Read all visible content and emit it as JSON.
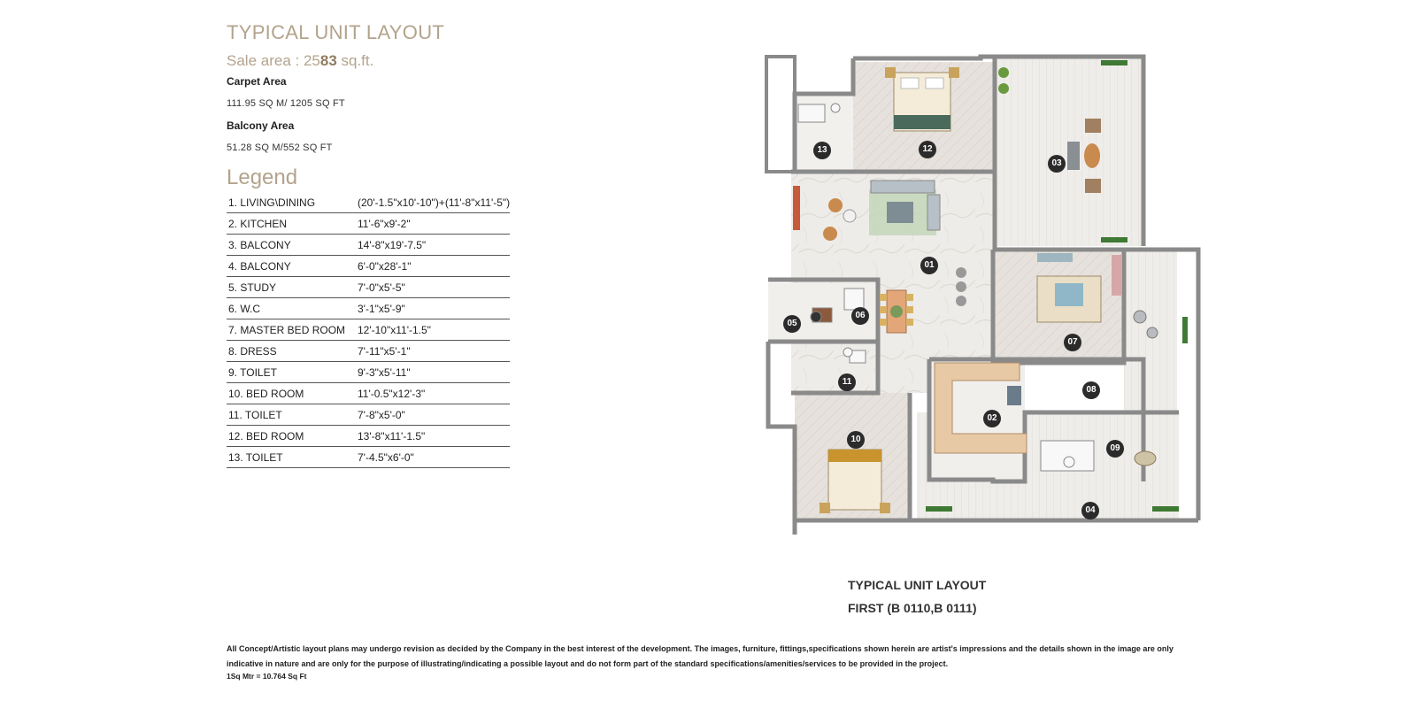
{
  "header": {
    "title": "TYPICAL UNIT LAYOUT",
    "sale_area_label": "Sale area : 25",
    "sale_area_bold": "83",
    "sale_area_unit": " sq.ft.",
    "carpet_label": "Carpet Area",
    "carpet_value": "111.95 SQ M/ 1205 SQ FT",
    "balcony_label": "Balcony Area",
    "balcony_value": "51.28 SQ M/552 SQ FT"
  },
  "legend": {
    "title": "Legend",
    "items": [
      {
        "name": "1.  LIVING\\DINING",
        "dim": "(20'-1.5\"x10'-10\")+(11'-8\"x11'-5\")"
      },
      {
        "name": "2. KITCHEN",
        "dim": "11'-6\"x9'-2\""
      },
      {
        "name": "3. BALCONY",
        "dim": "14'-8\"x19'-7.5\""
      },
      {
        "name": "4. BALCONY",
        "dim": "6'-0\"x28'-1\""
      },
      {
        "name": "5. STUDY",
        "dim": "7'-0\"x5'-5\""
      },
      {
        "name": "6. W.C",
        "dim": "3'-1\"x5'-9\""
      },
      {
        "name": "7. MASTER BED ROOM",
        "dim": "12'-10\"x11'-1.5\""
      },
      {
        "name": "8. DRESS",
        "dim": "7'-11\"x5'-1\""
      },
      {
        "name": "9. TOILET",
        "dim": "9'-3\"x5'-11\""
      },
      {
        "name": "10. BED ROOM",
        "dim": "11'-0.5\"x12'-3\""
      },
      {
        "name": "11. TOILET",
        "dim": "7'-8\"x5'-0\""
      },
      {
        "name": "12. BED ROOM",
        "dim": "13'-8\"x11'-1.5\""
      },
      {
        "name": "13. TOILET",
        "dim": "7'-4.5\"x6'-0\""
      }
    ]
  },
  "plan": {
    "room_markers": [
      "01",
      "02",
      "03",
      "04",
      "05",
      "06",
      "07",
      "08",
      "09",
      "10",
      "11",
      "12",
      "13"
    ],
    "colors": {
      "wall": "#8a8a8a",
      "floor_marble": "#eceae6",
      "floor_wood": "#e3dcd4",
      "marker": "#2b2b2b",
      "plant": "#6a9a3f",
      "kitchen": "#e7c9a6"
    }
  },
  "caption": {
    "line1": "TYPICAL UNIT LAYOUT",
    "line2": "FIRST (B 0110,B 0111)"
  },
  "footer": {
    "disclaimer": "All Concept/Artistic layout plans may undergo revision as decided by the Company in the best interest of the development. The images, furniture, fittings,specifications shown herein are artist's impressions and the details shown in the image are only indicative in nature and are only for the purpose of illustrating/indicating a possible layout and do not form part of the standard specifications/amenities/services to be provided in the project.",
    "conversion": "1Sq Mtr = 10.764 Sq Ft"
  }
}
